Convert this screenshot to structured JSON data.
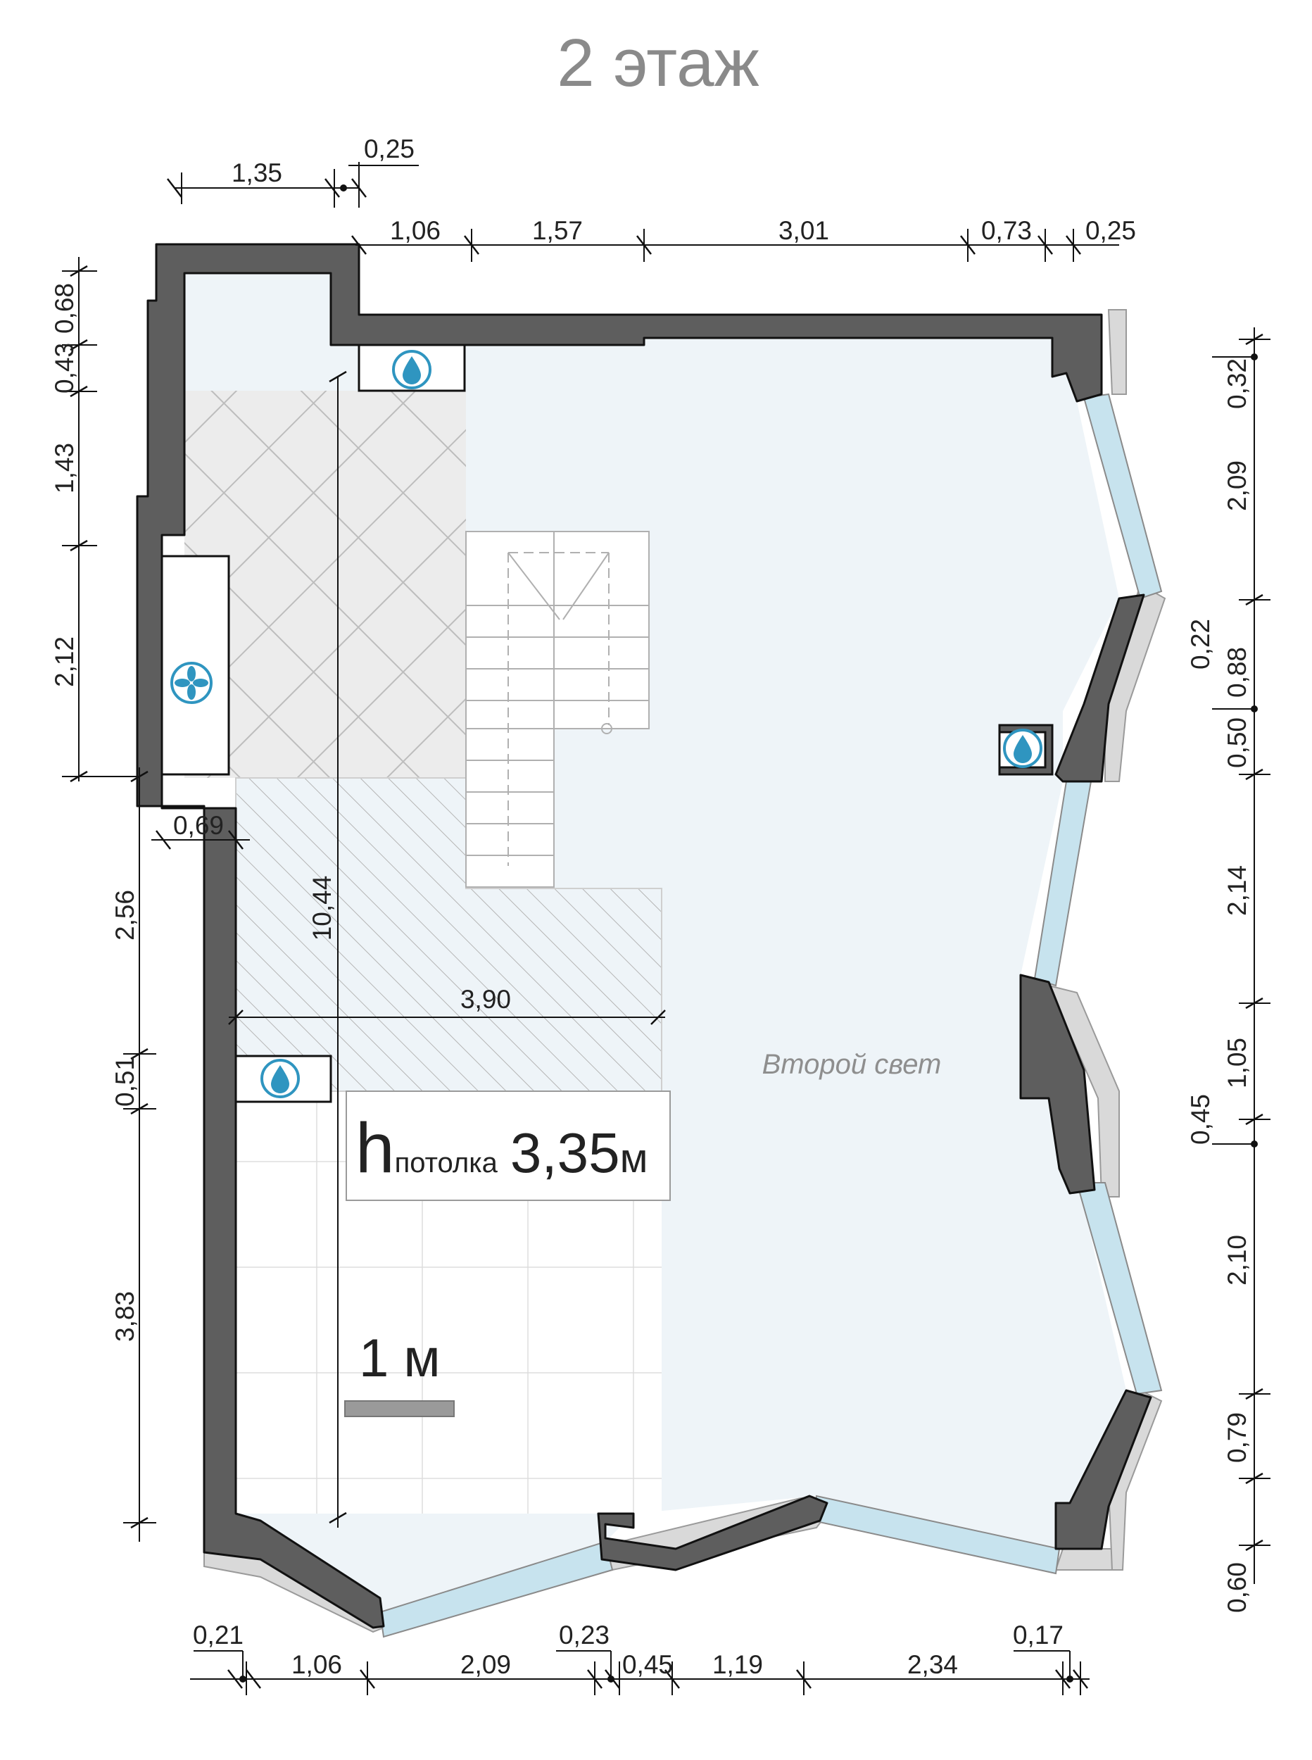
{
  "plan": {
    "title": "2 этаж",
    "room_label": "Второй свет",
    "ceiling": {
      "prefix": "h",
      "subscript": "потолка",
      "value": "3,35",
      "unit": "м"
    },
    "scale_bar_label": "1 м",
    "stair_height_label": "10,44",
    "stair_width_label": "3,90",
    "colors": {
      "wall": "#5e5e5e",
      "floor": "#eef4f8",
      "window": "#c7e3ee",
      "icon": "#2f95c0",
      "tile": "#ececec"
    },
    "icons": [
      "water-drop-icon",
      "ventilation-fan-icon"
    ]
  },
  "dims": {
    "top_upper": [
      "1,35",
      "0,25"
    ],
    "top": [
      "1,06",
      "1,57",
      "3,01",
      "0,73",
      "0,25"
    ],
    "left": [
      "0,68",
      "0,43",
      "1,43",
      "2,12",
      "2,56",
      "0,51",
      "3,83"
    ],
    "left_inner": "0,69",
    "right": [
      "0,32",
      "2,09",
      "0,88",
      "0,22",
      "0,50",
      "2,14",
      "1,05",
      "0,45",
      "2,10",
      "0,79",
      "0,60"
    ],
    "bottom_upper": [
      "0,21",
      "0,23",
      "0,17"
    ],
    "bottom": [
      "1,06",
      "2,09",
      "0,45",
      "1,19",
      "2,34"
    ]
  }
}
